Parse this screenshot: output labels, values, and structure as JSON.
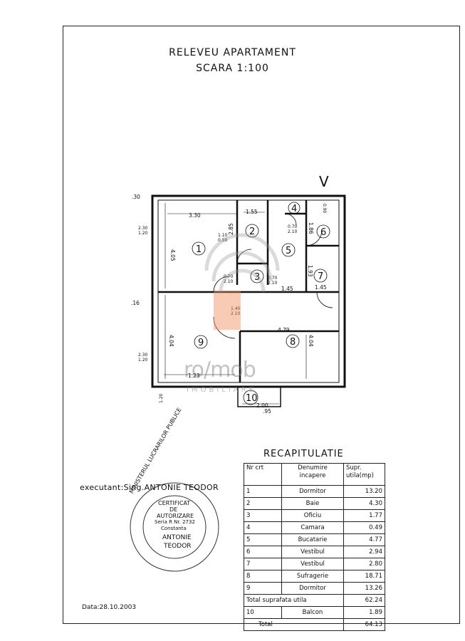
{
  "header": {
    "title_line1": "RELEVEU APARTAMENT",
    "title_line2": "SCARA 1:100"
  },
  "plan": {
    "north_mark": "V",
    "rooms": [
      "1",
      "2",
      "3",
      "4",
      "5",
      "6",
      "7",
      "8",
      "9",
      "10"
    ],
    "dimensions": {
      "d_030": ".30",
      "d_330": "3.30",
      "d_155": "1.55",
      "d_405": "4.05",
      "d_285": "2.85",
      "d_186": "1.86",
      "d_193": "1.93",
      "d_145a": "1.45",
      "d_145b": "1.45",
      "d_16": ".16",
      "d_479": "4.79",
      "d_404a": "4.04",
      "d_404b": "4.04",
      "d_123": "1.23",
      "d_200": "2.00",
      "d_095": ".95",
      "w_230a": "2.30",
      "w_120a": "1.20",
      "w_230b": "2.30",
      "w_120b": "1.20",
      "w_110": "1.10",
      "w_050": "0.50",
      "w_090": "0.90",
      "w_120c": "1.20",
      "door_070a": "0.70",
      "door_210a": "2.10",
      "door_070b": "0.70",
      "door_210b": "2.10",
      "door_070c": "0.70",
      "door_210c": "2.10",
      "door_140": "1.40",
      "door_210d": "2.10"
    }
  },
  "watermark": {
    "logo": "ro/mob",
    "sub": "IMOBILIARE"
  },
  "executant": "executant:Sing.ANTONIE TEODOR",
  "stamp": {
    "line1": "CERTIFICAT",
    "line2": "DE",
    "line3": "AUTORIZARE",
    "line4": "Seria R Nr. 2732",
    "line5": "Constanta",
    "line6": "ANTONIE",
    "line7": "TEODOR",
    "ring": "MINISTERUL LUCRARILOR PUBLICE"
  },
  "recap": {
    "title": "RECAPITULATIE",
    "headers": [
      "Nr crt",
      "Denumire incapere",
      "Supr. utila(mp)"
    ],
    "rows": [
      [
        "1",
        "Dormitor",
        "13.20"
      ],
      [
        "2",
        "Baie",
        "4.30"
      ],
      [
        "3",
        "Oficiu",
        "1.77"
      ],
      [
        "4",
        "Camara",
        "0.49"
      ],
      [
        "5",
        "Bucatarie",
        "4.77"
      ],
      [
        "6",
        "Vestibul",
        "2.94"
      ],
      [
        "7",
        "Vestibul",
        "2.80"
      ],
      [
        "8",
        "Sufragerie",
        "18.71"
      ],
      [
        "9",
        "Dormitor",
        "13.26"
      ]
    ],
    "total_util_label": "Total suprafata utila",
    "total_util_value": "62.24",
    "balcon_nr": "10",
    "balcon_label": "Balcon",
    "balcon_value": "1.89",
    "total_label": "Total",
    "total_value": "64.13"
  },
  "date": "Data:28.10.2003"
}
